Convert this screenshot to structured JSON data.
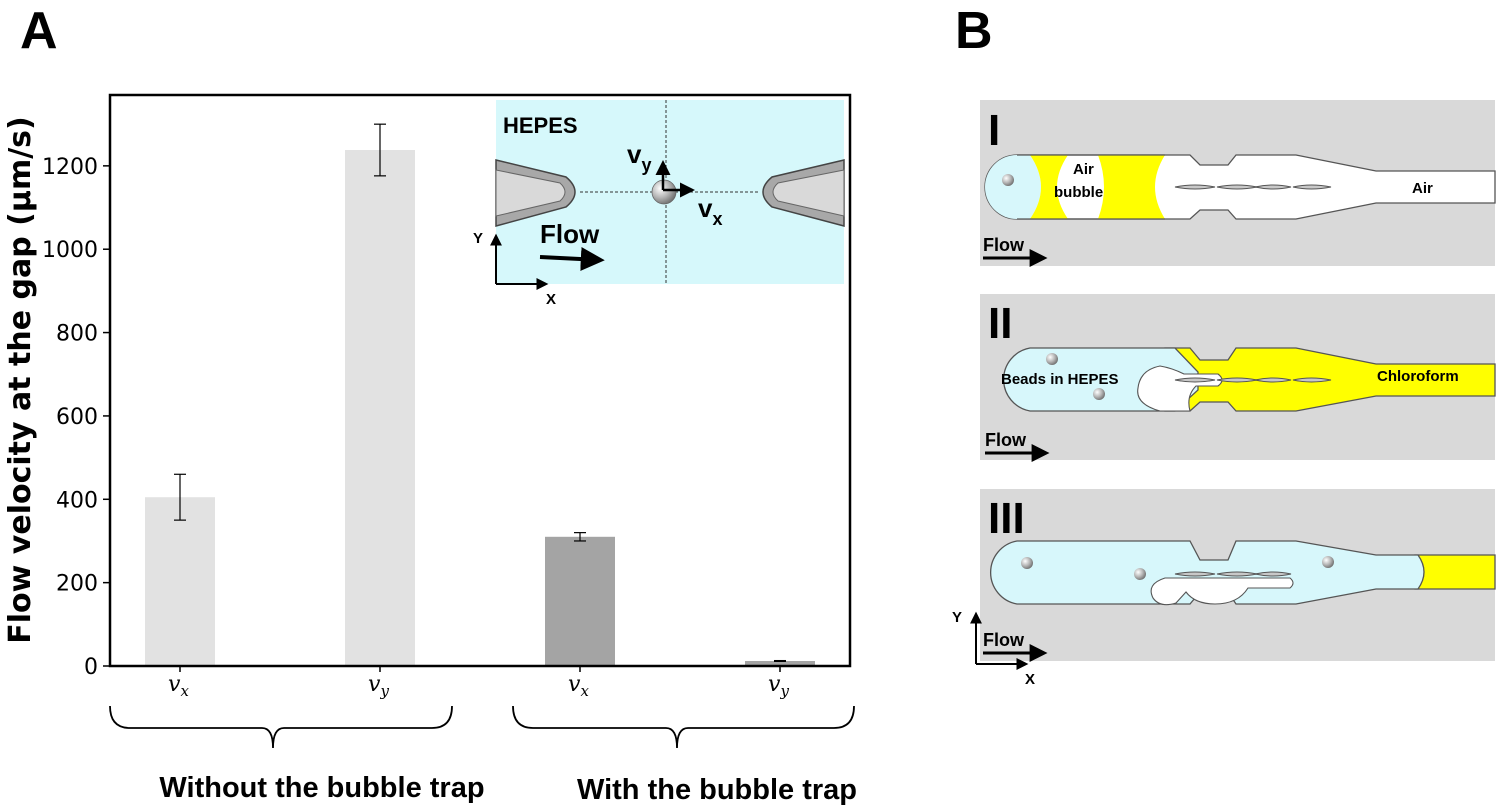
{
  "panels": {
    "a_label": "A",
    "b_label": "B"
  },
  "chart_data": {
    "type": "bar",
    "title": "",
    "xlabel": "",
    "ylabel": "Flow velocity at the gap (µm/s)",
    "ylim": [
      0,
      1370
    ],
    "yticks": [
      0,
      200,
      400,
      600,
      800,
      1000,
      1200
    ],
    "grid": false,
    "categories": [
      {
        "main": "v",
        "sub": "x"
      },
      {
        "main": "v",
        "sub": "y"
      },
      {
        "main": "v",
        "sub": "x"
      },
      {
        "main": "v",
        "sub": "y"
      }
    ],
    "values": [
      405,
      1238,
      310,
      12
    ],
    "errors": [
      55,
      62,
      10,
      1
    ],
    "bar_colors": [
      "#e2e2e2",
      "#e2e2e2",
      "#a4a4a4",
      "#a4a4a4"
    ],
    "groups": [
      "Without the bubble trap",
      "With the bubble trap"
    ]
  },
  "inset": {
    "label": "HEPES",
    "vy": {
      "main": "v",
      "sub": "y"
    },
    "vx": {
      "main": "v",
      "sub": "x"
    },
    "flow": "Flow",
    "axis_y": "Y",
    "axis_x": "X",
    "bg_color": "#d6f8fb"
  },
  "panel_b": {
    "flow_label": "Flow",
    "axis_y": "Y",
    "axis_x": "X",
    "colors": {
      "hepes": "#d7f7fb",
      "yellow": "#ffff00",
      "gray": "#d9d9d9"
    },
    "stages": [
      {
        "numeral": "I",
        "labels": [
          "Air",
          "bubble",
          "Air"
        ]
      },
      {
        "numeral": "II",
        "labels": [
          "Beads in HEPES",
          "Chloroform"
        ]
      },
      {
        "numeral": "III",
        "labels": []
      }
    ]
  }
}
